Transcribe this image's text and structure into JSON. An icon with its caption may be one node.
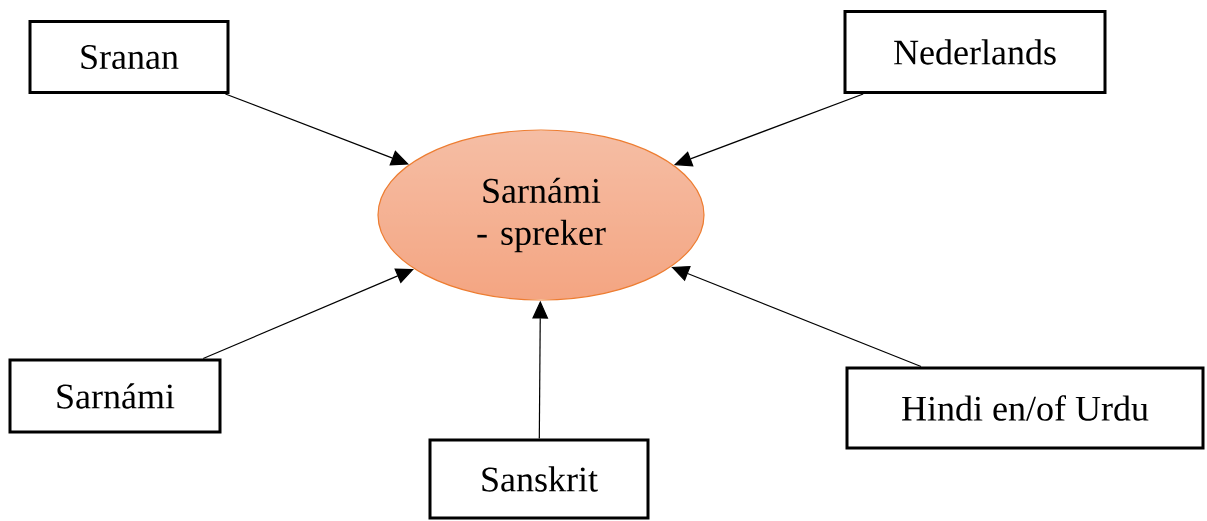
{
  "diagram": {
    "nodes": [
      {
        "text": [
          "Sranan"
        ]
      },
      {
        "text": [
          "Nederlands"
        ]
      },
      {
        "text": [
          "Sarnámi - spreker"
        ]
      },
      {
        "text": [
          "Sarnámi"
        ]
      },
      {
        "text": [
          "Hindi en/of Urdu"
        ]
      },
      {
        "text": [
          "Sanskrit"
        ]
      }
    ],
    "edges": [
      {
        "from": 0,
        "to": 2,
        "arrow": "to"
      },
      {
        "from": 1,
        "to": 2,
        "arrow": "to"
      },
      {
        "from": 3,
        "to": 2,
        "arrow": "to"
      },
      {
        "from": 5,
        "to": 2,
        "arrow": "to"
      },
      {
        "from": 4,
        "to": 2,
        "arrow": "to"
      }
    ]
  }
}
